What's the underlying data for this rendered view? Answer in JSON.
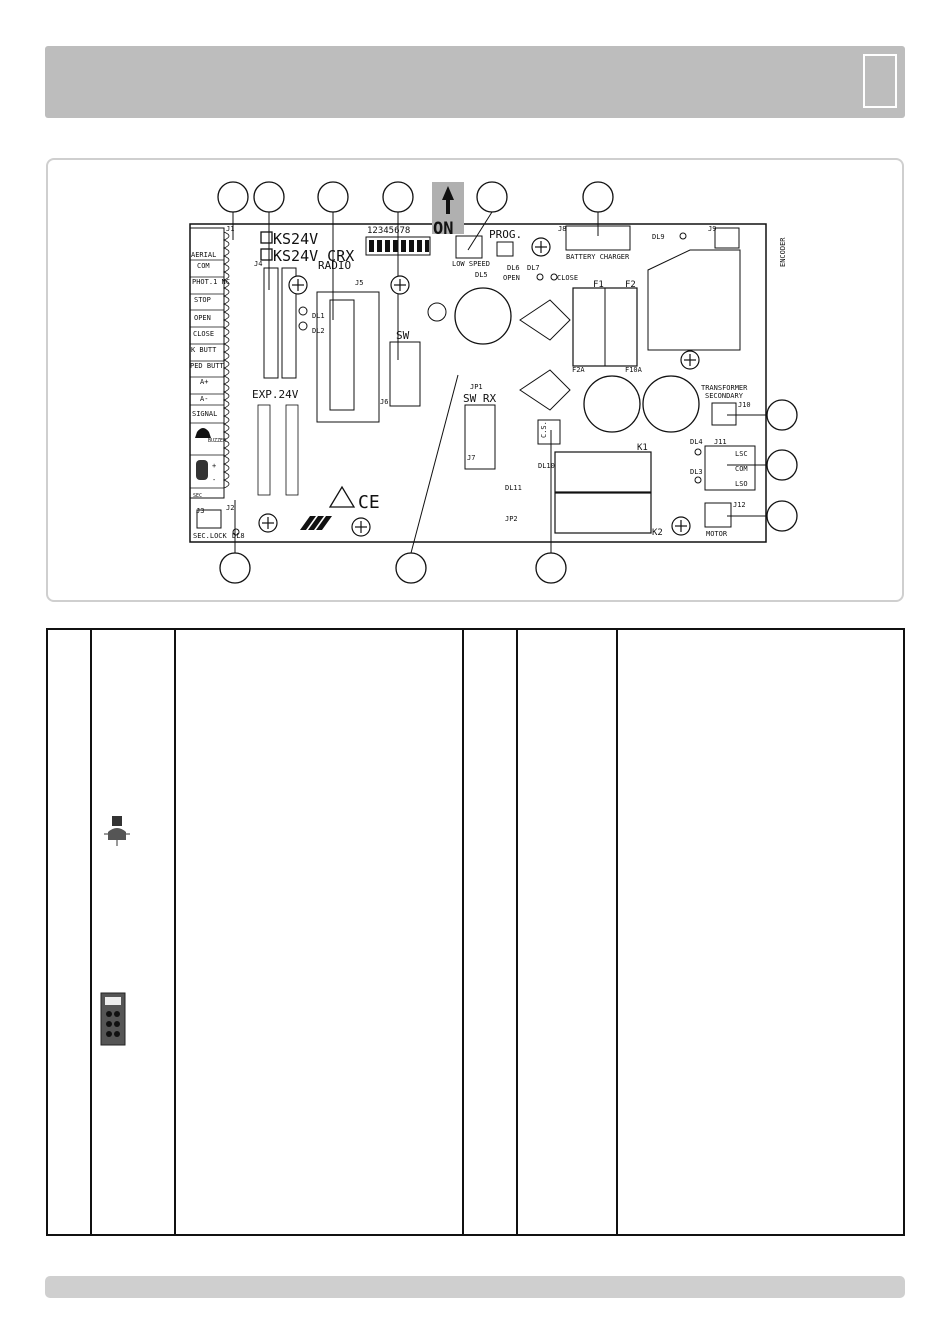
{
  "board": {
    "model_1": "KS24V",
    "model_2": "KS24V CRX",
    "radio": "RADIO",
    "exp": "EXP.24V",
    "sw": "SW",
    "swrx": "SW RX",
    "prog": "PROG.",
    "low_speed": "LOW SPEED",
    "on_label": "ON",
    "dip_numbers": "12345678",
    "open": "OPEN",
    "close": "CLOSE",
    "battery_charger": "BATTERY CHARGER",
    "encoder": "ENCODER",
    "transformer_1": "TRANSFORMER",
    "transformer_2": "SECONDARY",
    "motor": "MOTOR",
    "sec_lock": "SEC.LOCK",
    "f1": "F1",
    "f2": "F2",
    "f2a": "F2A",
    "f10a": "F10A",
    "k1": "K1",
    "k2": "K2",
    "cs": "C.S.",
    "jp1": "JP1",
    "jp2": "JP2",
    "j1": "J1",
    "j2": "J2",
    "j3": "J3",
    "j4": "J4",
    "j5": "J5",
    "j6": "J6",
    "j7": "J7",
    "j8": "J8",
    "j9": "J9",
    "j10": "J10",
    "j11": "J11",
    "j12": "J12",
    "dl1": "DL1",
    "dl2": "DL2",
    "dl3": "DL3",
    "dl4": "DL4",
    "dl5": "DL5",
    "dl6": "DL6",
    "dl7": "DL7",
    "dl8": "DL8",
    "dl9": "DL9",
    "dl10": "DL10",
    "dl11": "DL11",
    "lsc": "LSC",
    "com": "COM",
    "lso": "LSO",
    "ce": "CE",
    "terminals": [
      "AERIAL",
      "COM",
      "PHOT.1 NC",
      "STOP",
      "OPEN",
      "CLOSE",
      "K BUTT",
      "PED BUTT",
      "A+",
      "A-",
      "SIGNAL",
      "BUZZER",
      "+",
      "-",
      "SEC"
    ]
  },
  "colors": {
    "header": "#bdbdbd",
    "footer": "#cfcfcf",
    "panel_border": "#cfcfcf",
    "on_box": "#b0b0b0"
  }
}
